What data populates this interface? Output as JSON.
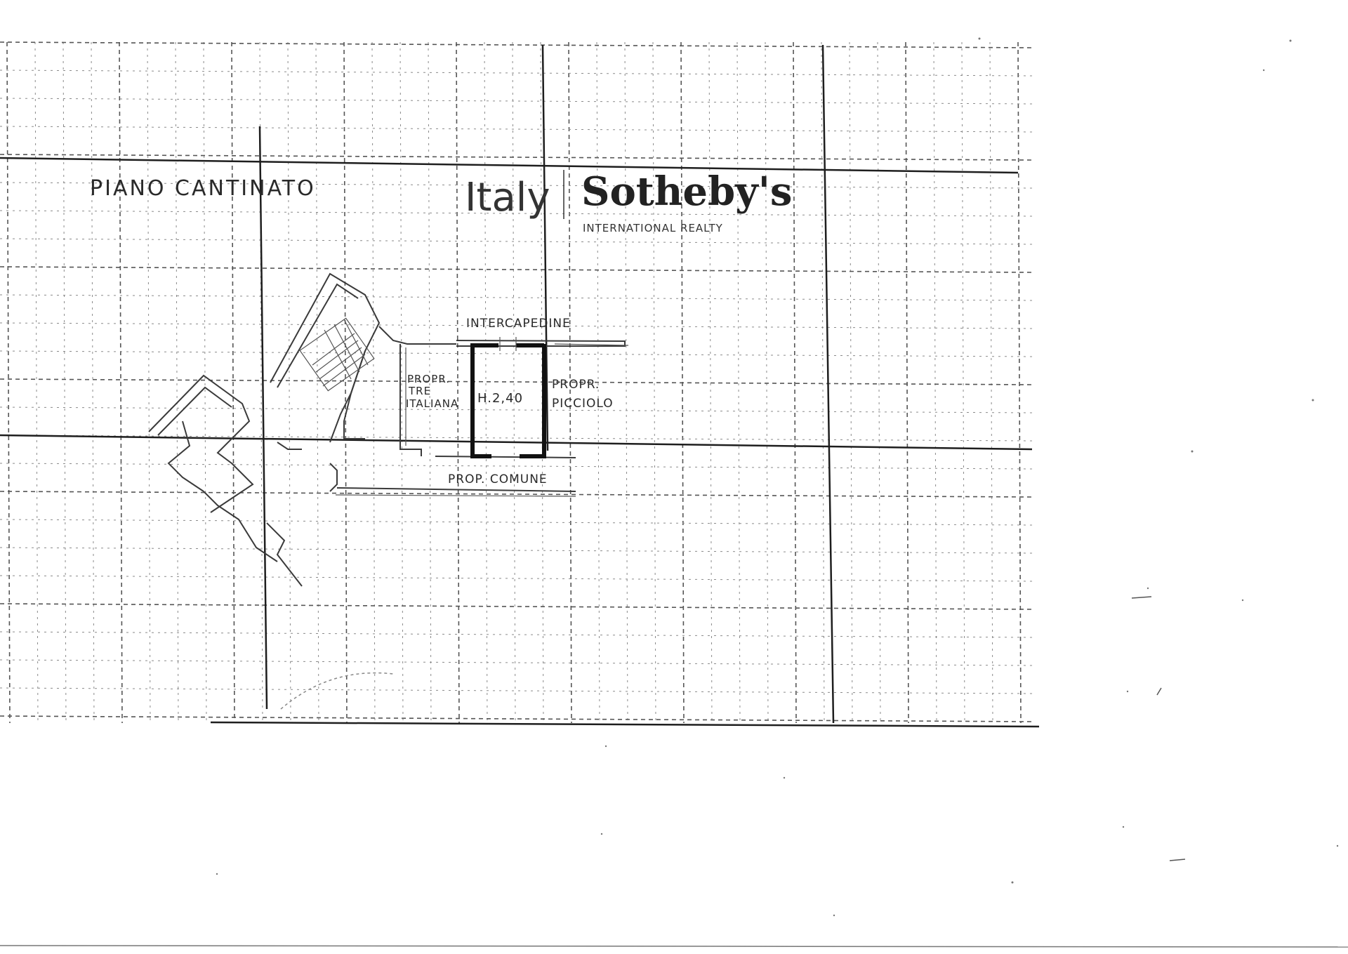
{
  "sheet": {
    "title": "PIANO CANTINATO"
  },
  "logo": {
    "brand_left": "Italy",
    "brand_right": "Sotheby's",
    "tagline": "INTERNATIONAL REALTY"
  },
  "plan": {
    "top_label": "INTERCAPEDINE",
    "left_label": [
      "PROPR.",
      "TRE",
      "ITALIANA"
    ],
    "unit_label": "H.2,40",
    "right_label": [
      "PROPR.",
      "PICCIOLO"
    ],
    "bottom_label": "PROP. COMUNE"
  },
  "colors": {
    "paper": "#ffffff",
    "ink": "#222222",
    "grid": "#8a8a8a"
  }
}
